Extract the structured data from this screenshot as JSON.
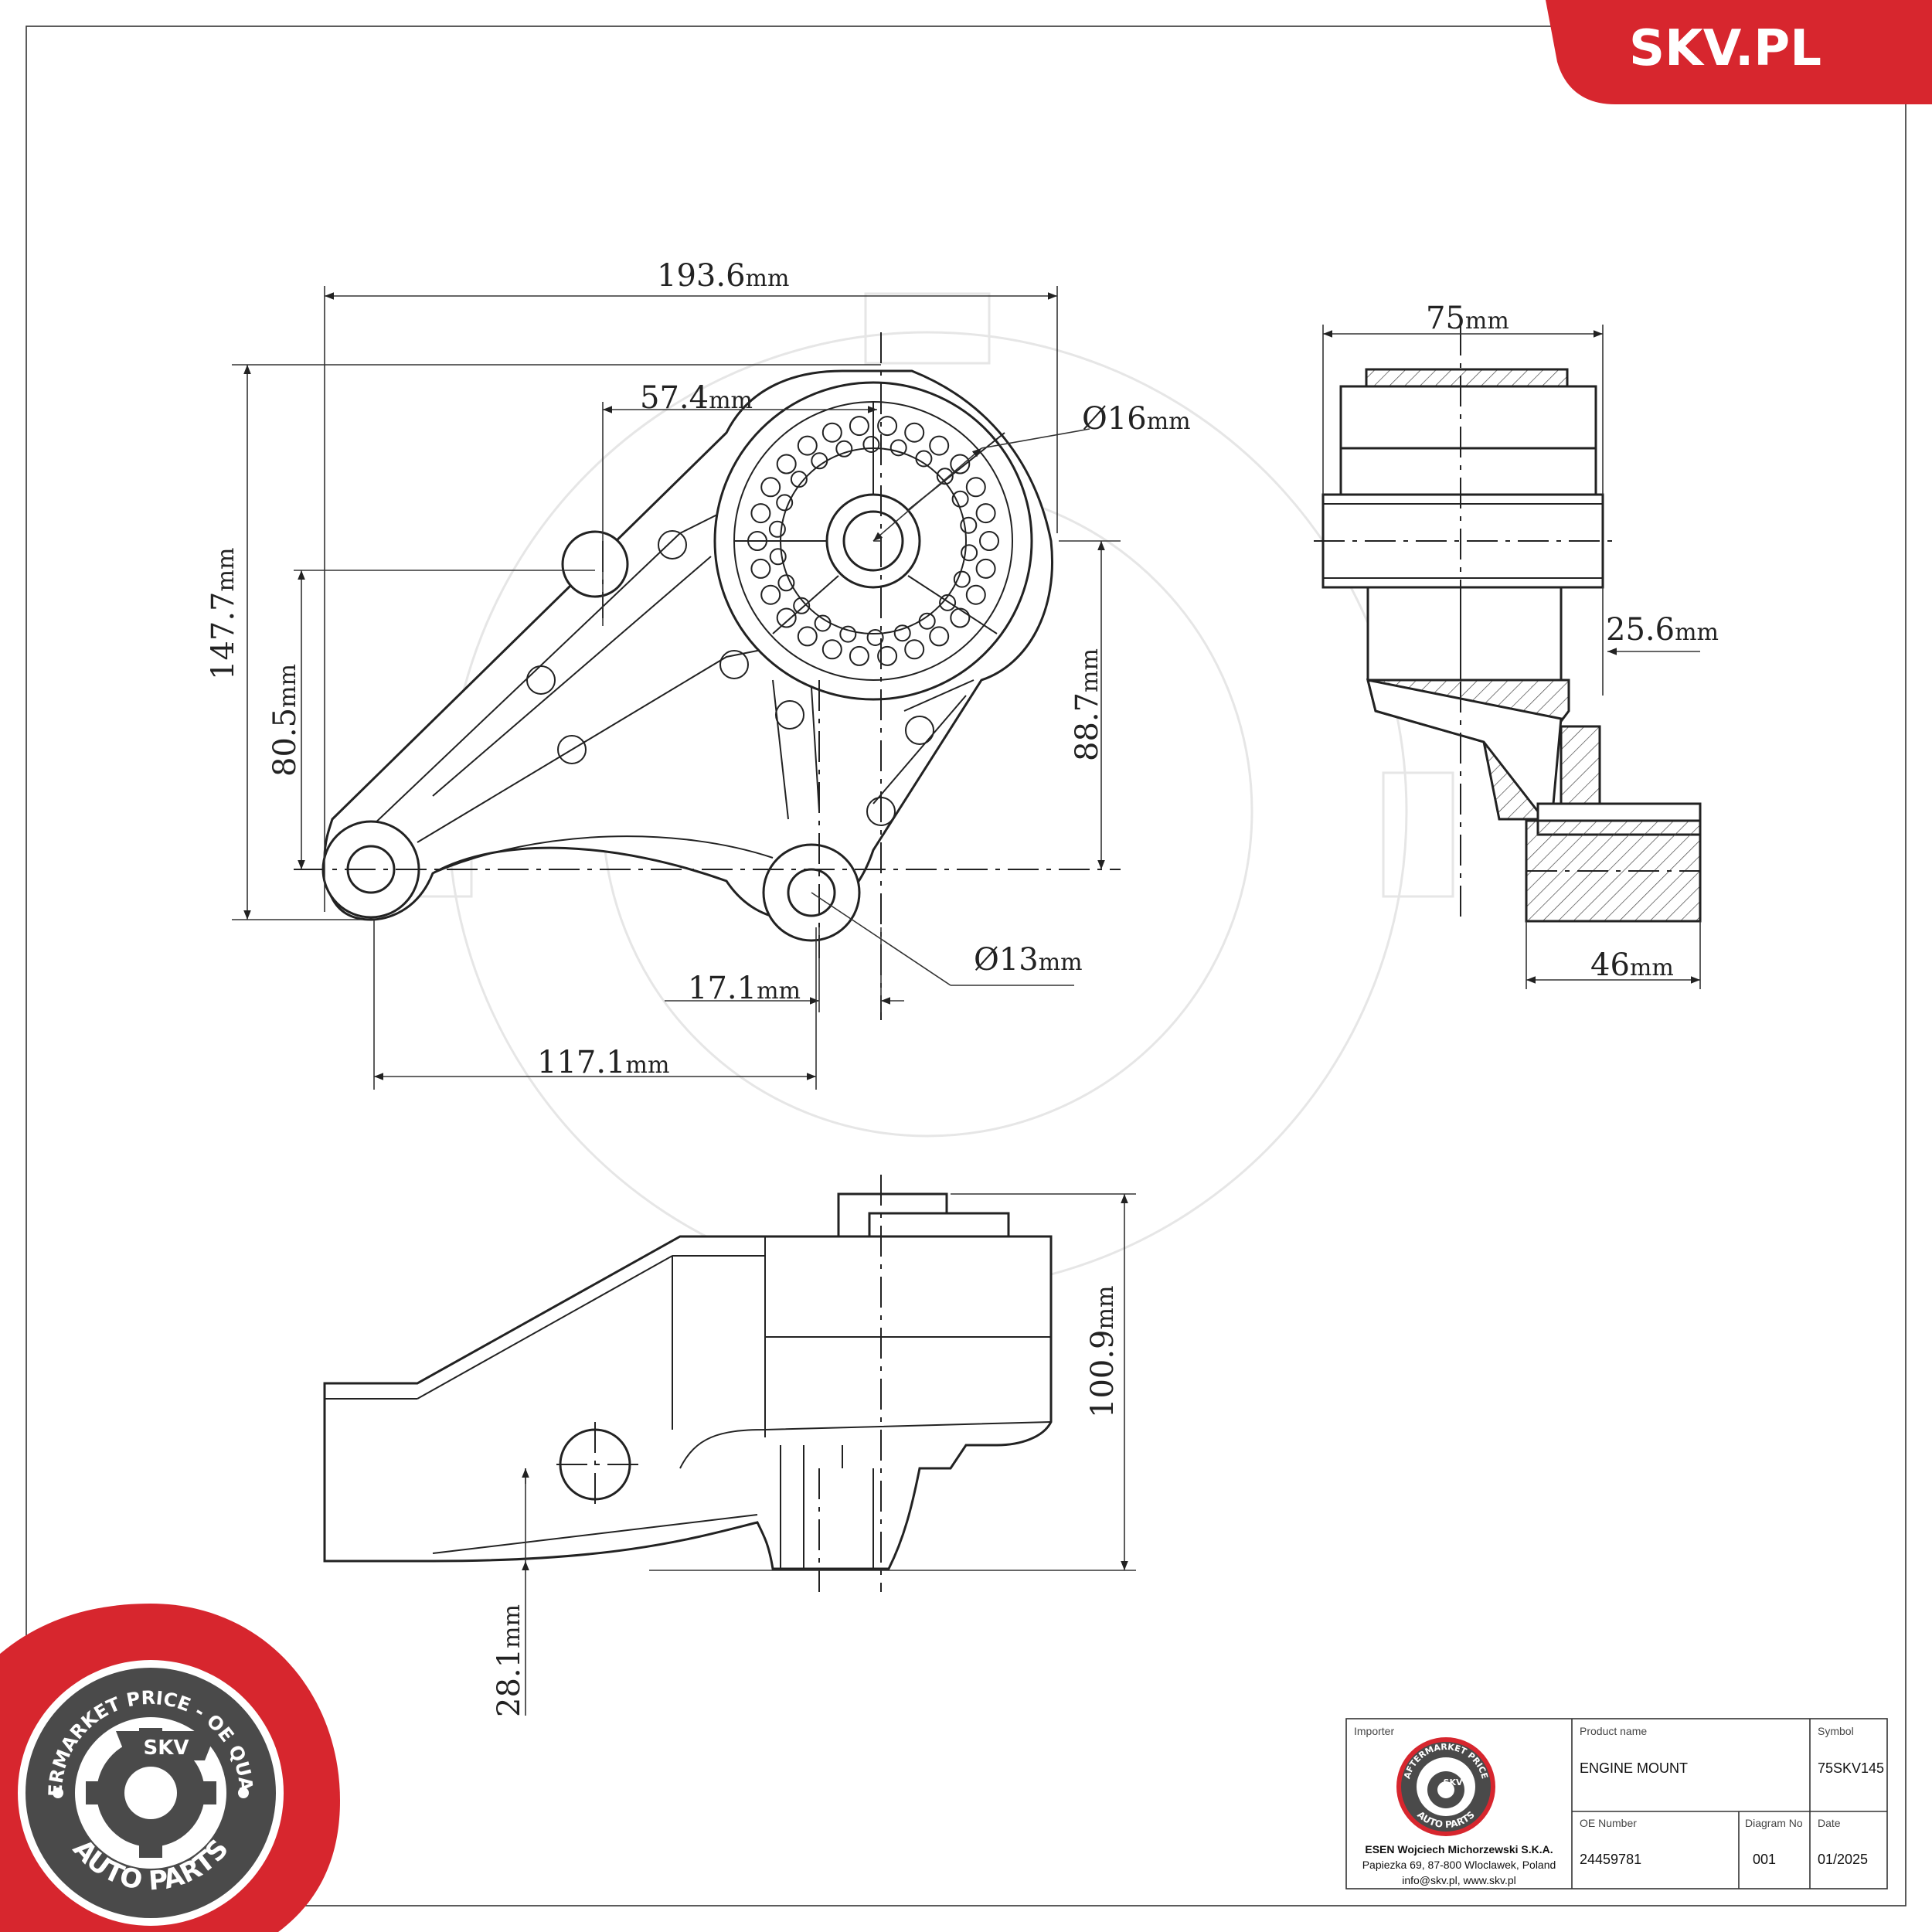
{
  "brand": {
    "site": "SKV.PL",
    "accent": "#d7262e"
  },
  "seal": {
    "top_arc": "AFTERMARKET PRICE - OE QUALITY",
    "bottom_arc": "AUTO PARTS",
    "center": "SKV"
  },
  "dimensions": {
    "overall_length": "193.6",
    "height": "147.7",
    "pin_offset": "57.4",
    "center_height": "80.5",
    "bore_diameter": "Ø16",
    "mount_height": "88.7",
    "side_width": "75",
    "side_offset": "25.6",
    "side_base": "46",
    "bolt_diameter": "Ø13",
    "bolt_offset": "17.1",
    "bolt_spacing": "117.1",
    "front_height": "100.9",
    "front_offset": "28.1",
    "unit": "mm"
  },
  "title_block": {
    "importer_label": "Importer",
    "importer_name": "ESEN Wojciech Michorzewski S.K.A.",
    "importer_address": "Papiezka 69, 87-800 Wloclawek, Poland",
    "importer_contact": "info@skv.pl, www.skv.pl",
    "product_label": "Product name",
    "product_value": "ENGINE MOUNT",
    "symbol_label": "Symbol",
    "symbol_value": "75SKV145",
    "oe_label": "OE Number",
    "oe_value": "24459781",
    "diagram_label": "Diagram No",
    "diagram_value": "001",
    "date_label": "Date",
    "date_value": "01/2025",
    "mini_seal_top": "AFTERMARKET PRICE",
    "mini_seal_bottom": "AUTO PARTS",
    "mini_seal_center": "SKV"
  }
}
